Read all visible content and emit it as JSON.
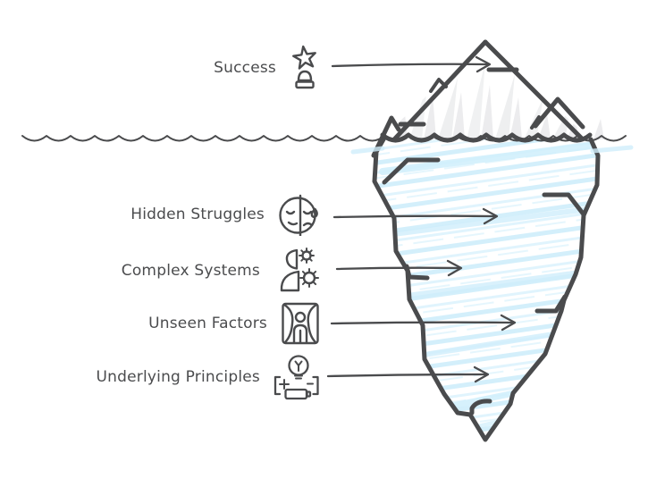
{
  "diagram": {
    "type": "iceberg-metaphor",
    "items": [
      {
        "id": "success",
        "label": "Success",
        "icon": "trophy-star-icon",
        "zone": "above-waterline"
      },
      {
        "id": "hidden-struggles",
        "label": "Hidden Struggles",
        "icon": "split-face-tear-icon",
        "zone": "below-waterline"
      },
      {
        "id": "complex-systems",
        "label": "Complex Systems",
        "icon": "person-gears-icon",
        "zone": "below-waterline"
      },
      {
        "id": "unseen-factors",
        "label": "Unseen Factors",
        "icon": "stage-curtains-person-icon",
        "zone": "below-waterline"
      },
      {
        "id": "underlying-principles",
        "label": "Underlying Principles",
        "icon": "lightbulb-battery-icon",
        "zone": "below-waterline"
      }
    ],
    "colors": {
      "line": "#4a4b4d",
      "text": "#4b4c4e",
      "underwater_hatch": "#cfeefb",
      "above_water_shard": "#ececee",
      "background": "#ffffff"
    }
  }
}
